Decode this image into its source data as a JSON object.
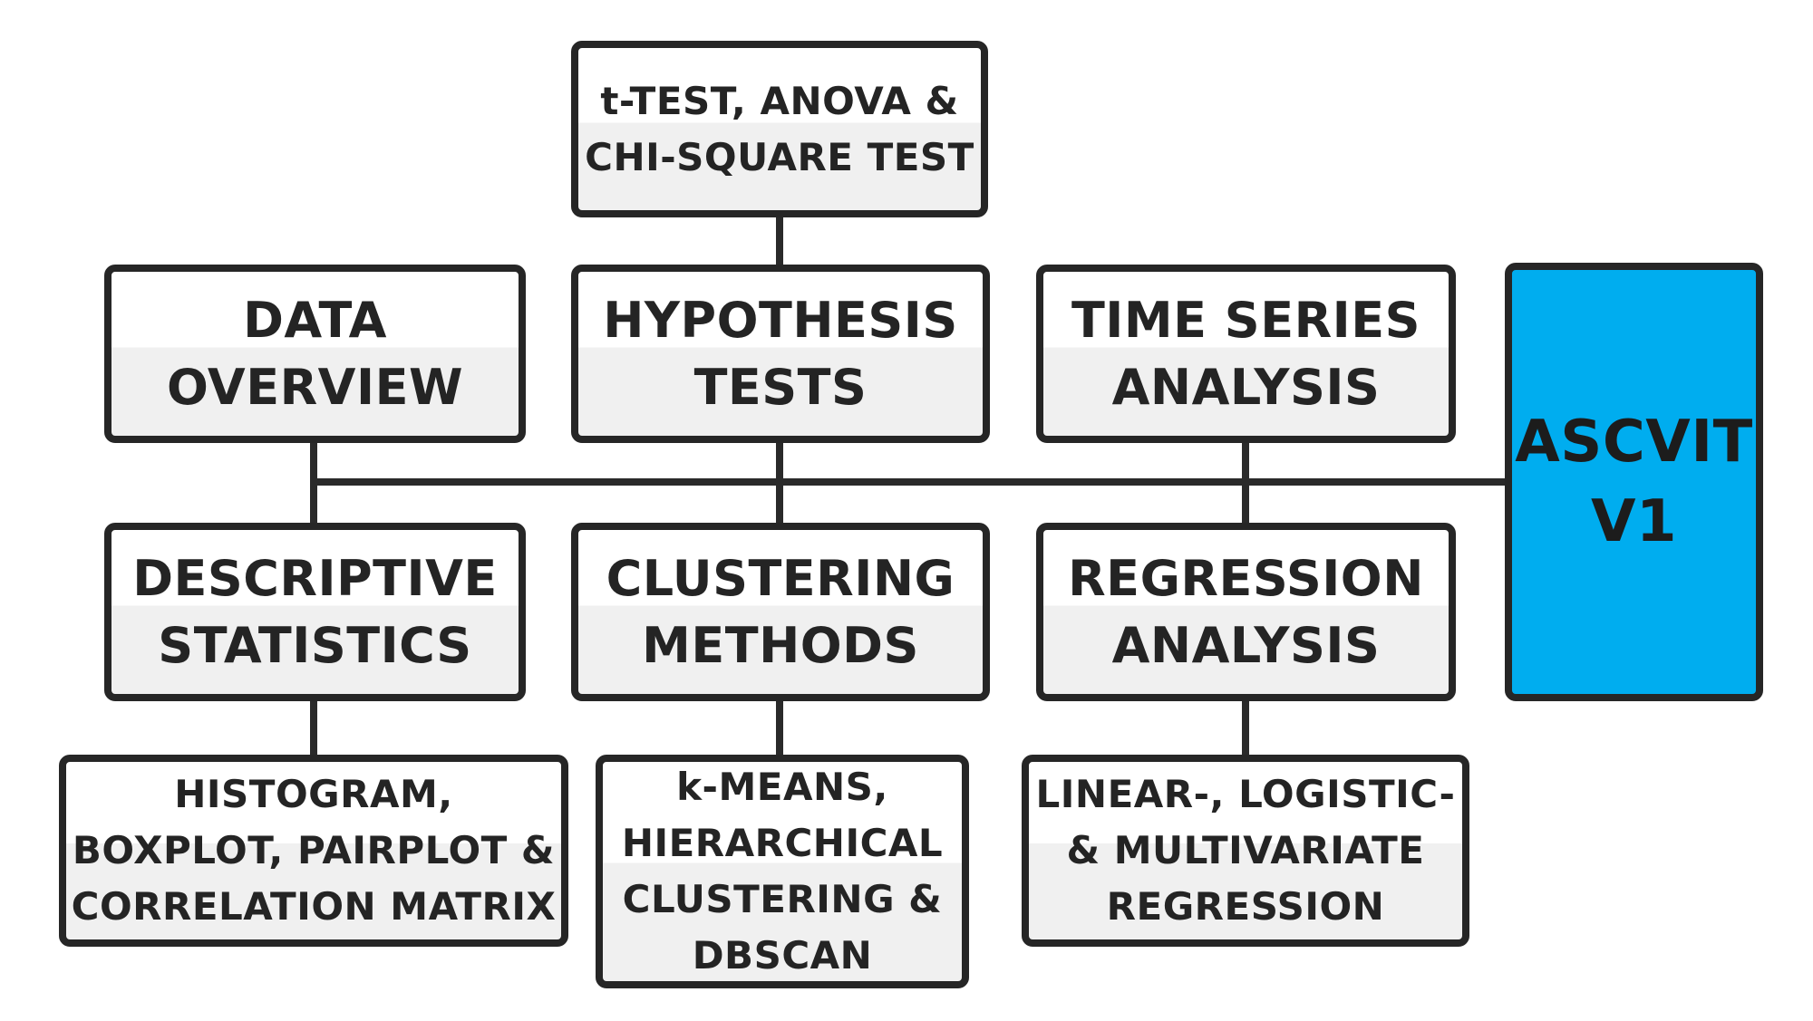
{
  "diagram": {
    "root": {
      "label": "ASCVIT\nV1",
      "color": "#00adef"
    },
    "modules": {
      "data_overview": {
        "label": "DATA\nOVERVIEW"
      },
      "hypothesis_tests": {
        "label": "HYPOTHESIS\nTESTS"
      },
      "time_series_analysis": {
        "label": "TIME SERIES\nANALYSIS"
      },
      "descriptive_statistics": {
        "label": "DESCRIPTIVE\nSTATISTICS"
      },
      "clustering_methods": {
        "label": "CLUSTERING\nMETHODS"
      },
      "regression_analysis": {
        "label": "REGRESSION\nANALYSIS"
      }
    },
    "details": {
      "hypothesis_tests": {
        "label": "t-TEST, ANOVA &\nCHI-SQUARE TEST"
      },
      "descriptive_statistics": {
        "label": "HISTOGRAM,\nBOXPLOT, PAIRPLOT &\nCORRELATION MATRIX"
      },
      "clustering_methods": {
        "label": "k-MEANS,\nHIERARCHICAL\nCLUSTERING &\nDBSCAN"
      },
      "regression_analysis": {
        "label": "LINEAR-, LOGISTIC-\n& MULTIVARIATE\nREGRESSION"
      }
    }
  }
}
